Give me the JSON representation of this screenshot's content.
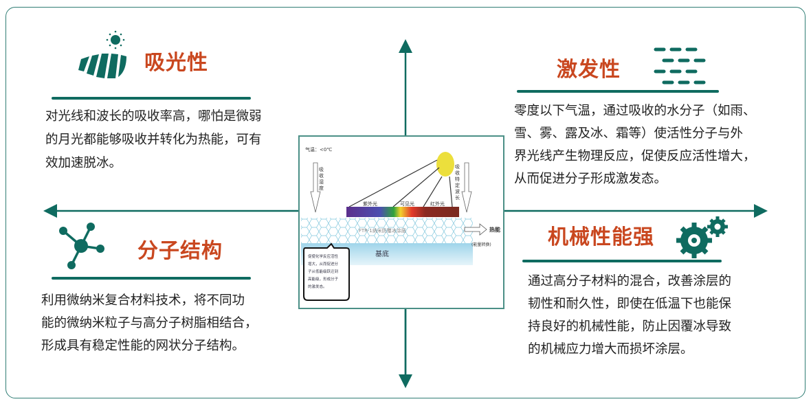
{
  "sections": {
    "light_absorption": {
      "title": "吸光性",
      "lines": [
        "对光线和波长的吸收率高，哪怕是微弱",
        "的月光都能够吸收并转化为热能，可有",
        "效加速脱冰。"
      ]
    },
    "excitation": {
      "title": "激发性",
      "lines": [
        "零度以下气温，通过吸收的水分子（如雨、",
        "雪、雾、露及冰、霜等）使活性分子与外",
        "界光线产生物理反应，促使反应活性增大，",
        "从而促进分子形成激发态。"
      ]
    },
    "molecular_structure": {
      "title": "分子结构",
      "lines": [
        "利用微纳米复合材料技术，将不同功",
        "能的微纳米粒子与高分子树脂相结合，",
        "形成具有稳定性能的网状分子结构。"
      ]
    },
    "mechanical": {
      "title": "机械性能强",
      "lines": [
        "通过高分子材料的混合，改善涂层的",
        "韧性和耐久性，即使在低温下也能保",
        "持良好的机械性能，防止因覆冰导致",
        "的机械应力增大而损坏涂层。"
      ]
    }
  },
  "diagram": {
    "temperature": "气温：<0℃",
    "left_arrow": "吸收湿度",
    "right_arrow": "吸收特定波长",
    "uv": "紫外光",
    "visible": "可见光",
    "ir": "红外光",
    "coating": "FTR-1纳米防覆冰涂层",
    "heat": "热能",
    "conversion": "(能量转换)",
    "substrate": "基底",
    "bubble": [
      "促使化学反应活性",
      "增大，从而促进分",
      "子从低能级跃迁到",
      "高能级，形成分子",
      "的激发态。"
    ]
  },
  "colors": {
    "teal": "#0f6b60",
    "title": "#c9471f"
  }
}
